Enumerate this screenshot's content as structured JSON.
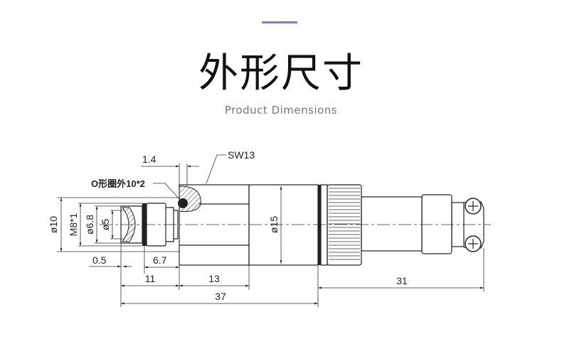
{
  "header": {
    "title": "外形尺寸",
    "subtitle": "Product Dimensions",
    "accent_color": "#7b80d6"
  },
  "diagram": {
    "labels": {
      "sw": "SW13",
      "oring": "O形圈外10*2",
      "d10": "ø10",
      "m8": "M8*1",
      "d68": "ø6.8",
      "d5": "ø5",
      "d15": "ø15",
      "dim_1_4": "1.4",
      "dim_0_5": "0.5",
      "dim_6_7": "6.7",
      "dim_11": "11",
      "dim_13": "13",
      "dim_37": "37",
      "dim_31": "31"
    }
  }
}
